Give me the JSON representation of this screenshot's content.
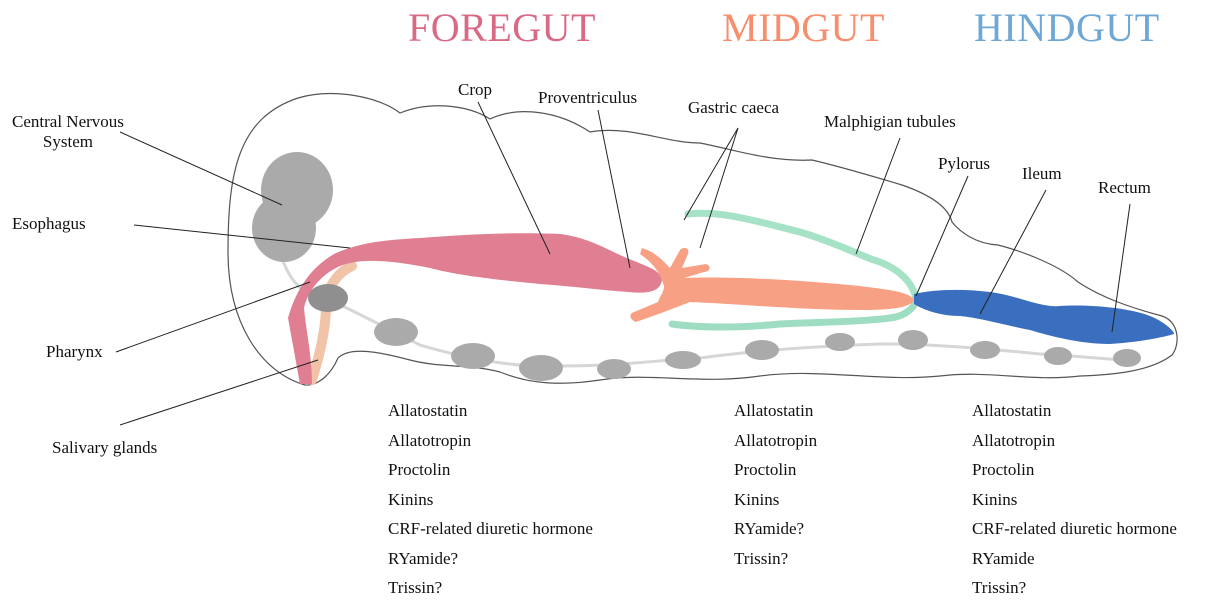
{
  "sections": {
    "foregut": {
      "title": "FOREGUT",
      "color": "#d86a84"
    },
    "midgut": {
      "title": "MIDGUT",
      "color": "#f58f6d"
    },
    "hindgut": {
      "title": "HINDGUT",
      "color": "#6fa7d5"
    }
  },
  "labels": {
    "cns_line1": "Central Nervous",
    "cns_line2": "System",
    "esophagus": "Esophagus",
    "pharynx": "Pharynx",
    "salivary_glands": "Salivary glands",
    "crop": "Crop",
    "proventriculus": "Proventriculus",
    "gastric_caeca": "Gastric caeca",
    "malphigian_tubules": "Malphigian tubules",
    "pylorus": "Pylorus",
    "ileum": "Ileum",
    "rectum": "Rectum"
  },
  "hormones": {
    "foregut": [
      "Allatostatin",
      "Allatotropin",
      "Proctolin",
      "Kinins",
      "CRF-related diuretic hormone",
      "RYamide?",
      "Trissin?"
    ],
    "midgut": [
      "Allatostatin",
      "Allatotropin",
      "Proctolin",
      "Kinins",
      "RYamide?",
      "Trissin?"
    ],
    "hindgut": [
      "Allatostatin",
      "Allatotropin",
      "Proctolin",
      "Kinins",
      "CRF-related diuretic hormone",
      "RYamide",
      "Trissin?"
    ]
  },
  "colors": {
    "foregut_tissue": "#e07f92",
    "midgut_tissue": "#f7a083",
    "hindgut_tissue": "#3a6fbf",
    "malphigian": "#9fddc3",
    "ganglia": "#aaaaaa",
    "salivary": "#f1c3a8"
  }
}
